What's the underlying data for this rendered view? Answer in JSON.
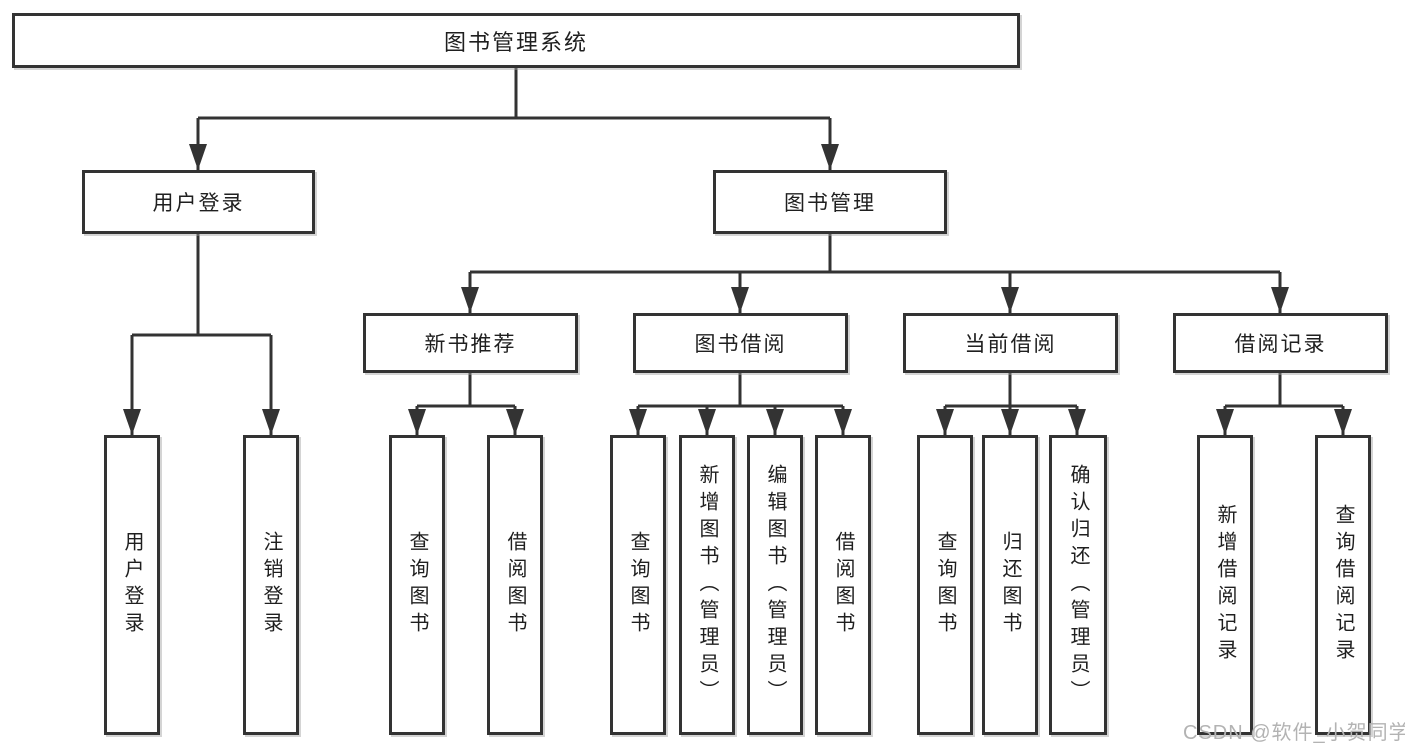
{
  "diagram": {
    "root": {
      "label": "图书管理系统"
    },
    "level1": [
      {
        "label": "用户登录"
      },
      {
        "label": "图书管理"
      }
    ],
    "level2": [
      {
        "label": "新书推荐"
      },
      {
        "label": "图书借阅"
      },
      {
        "label": "当前借阅"
      },
      {
        "label": "借阅记录"
      }
    ],
    "leaves": [
      {
        "label": "用户登录"
      },
      {
        "label": "注销登录"
      },
      {
        "label": "查询图书"
      },
      {
        "label": "借阅图书"
      },
      {
        "label": "查询图书"
      },
      {
        "label": "新增图书（管理员）"
      },
      {
        "label": "编辑图书（管理员）"
      },
      {
        "label": "借阅图书"
      },
      {
        "label": "查询图书"
      },
      {
        "label": "归还图书"
      },
      {
        "label": "确认归还（管理员）"
      },
      {
        "label": "新增借阅记录"
      },
      {
        "label": "查询借阅记录"
      }
    ]
  },
  "watermark": {
    "text": "CSDN @软件_小贺同学"
  },
  "colors": {
    "line": "#333333",
    "box_border": "#333333",
    "text": "#1f1f1f",
    "watermark": "#b3b3b3",
    "background": "#ffffff"
  }
}
